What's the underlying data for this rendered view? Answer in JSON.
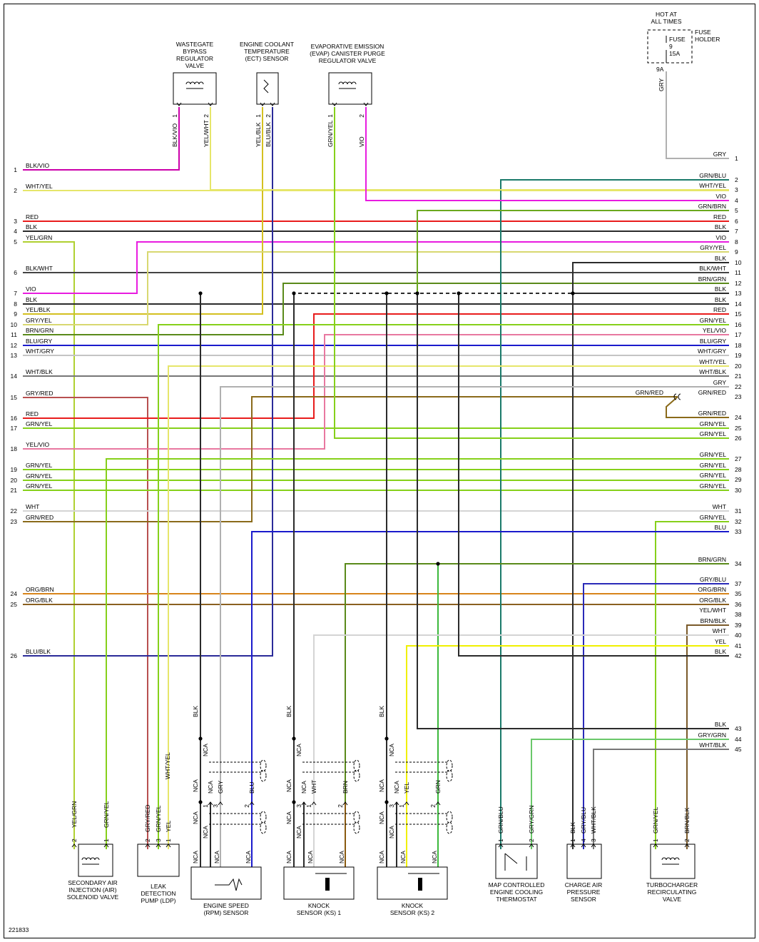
{
  "diagram_id": "221833",
  "colors": {
    "BLK": "#2b2b2b",
    "BLK/VIO": "#cc00aa",
    "BLK/WHT": "#444444",
    "BLU": "#1a1acc",
    "BLU/BLK": "#2b2b99",
    "BLU/GRY": "#1a1acc",
    "BRN": "#8a5a10",
    "BRN/BLK": "#7a5a2a",
    "BRN/GRN": "#5a8a1a",
    "GRN": "#3cb83c",
    "GRN/BLU": "#1a7a6a",
    "GRN/BRN": "#6aa81e",
    "GRN/RED": "#8a6a1a",
    "GRN/YEL": "#86d01a",
    "GRY": "#b0b0b0",
    "GRY/BLU": "#2a2ab8",
    "GRY/GRN": "#6ac86a",
    "GRY/RED": "#b85050",
    "GRY/YEL": "#d8d870",
    "ORG/BLK": "#8a6020",
    "ORG/BRN": "#d8841a",
    "RED": "#e81c1c",
    "VIO": "#e81ce0",
    "WHT": "#d4d4d4",
    "WHT/BLK": "#777777",
    "WHT/GRY": "#c4c4c4",
    "WHT/YEL": "#e6e66a",
    "YEL": "#f0f000",
    "YEL/BLK": "#d4c020",
    "YEL/GRN": "#b0d030",
    "YEL/VIO": "#e878a0",
    "YEL/WHT": "#f0f070"
  },
  "left_connector": [
    {
      "pin": "1",
      "wire": "BLK/VIO"
    },
    {
      "pin": "2",
      "wire": "WHT/YEL"
    },
    {
      "pin": "3",
      "wire": "RED"
    },
    {
      "pin": "4",
      "wire": "BLK"
    },
    {
      "pin": "5",
      "wire": "YEL/GRN"
    },
    {
      "pin": "6",
      "wire": "BLK/WHT"
    },
    {
      "pin": "7",
      "wire": "VIO"
    },
    {
      "pin": "8",
      "wire": "BLK"
    },
    {
      "pin": "9",
      "wire": "YEL/BLK"
    },
    {
      "pin": "10",
      "wire": "GRY/YEL"
    },
    {
      "pin": "11",
      "wire": "BRN/GRN"
    },
    {
      "pin": "12",
      "wire": "BLU/GRY"
    },
    {
      "pin": "13",
      "wire": "WHT/GRY"
    },
    {
      "pin": "14",
      "wire": "WHT/BLK"
    },
    {
      "pin": "15",
      "wire": "GRY/RED"
    },
    {
      "pin": "16",
      "wire": "RED"
    },
    {
      "pin": "17",
      "wire": "GRN/YEL"
    },
    {
      "pin": "18",
      "wire": "YEL/VIO"
    },
    {
      "pin": "19",
      "wire": "GRN/YEL"
    },
    {
      "pin": "20",
      "wire": "GRN/YEL"
    },
    {
      "pin": "21",
      "wire": "GRN/YEL"
    },
    {
      "pin": "22",
      "wire": "WHT"
    },
    {
      "pin": "23",
      "wire": "GRN/RED"
    },
    {
      "pin": "24",
      "wire": "ORG/BRN"
    },
    {
      "pin": "25",
      "wire": "ORG/BLK"
    },
    {
      "pin": "26",
      "wire": "BLU/BLK"
    }
  ],
  "right_connector": [
    {
      "pin": "1",
      "wire": "GRY"
    },
    {
      "pin": "2",
      "wire": "GRN/BLU"
    },
    {
      "pin": "3",
      "wire": "WHT/YEL"
    },
    {
      "pin": "4",
      "wire": "VIO"
    },
    {
      "pin": "5",
      "wire": "GRN/BRN"
    },
    {
      "pin": "6",
      "wire": "RED"
    },
    {
      "pin": "7",
      "wire": "BLK"
    },
    {
      "pin": "8",
      "wire": "VIO"
    },
    {
      "pin": "9",
      "wire": "GRY/YEL"
    },
    {
      "pin": "10",
      "wire": "BLK"
    },
    {
      "pin": "11",
      "wire": "BLK/WHT"
    },
    {
      "pin": "12",
      "wire": "BRN/GRN"
    },
    {
      "pin": "13",
      "wire": "BLK"
    },
    {
      "pin": "14",
      "wire": "BLK"
    },
    {
      "pin": "15",
      "wire": "RED"
    },
    {
      "pin": "16",
      "wire": "GRN/YEL"
    },
    {
      "pin": "17",
      "wire": "YEL/VIO"
    },
    {
      "pin": "18",
      "wire": "BLU/GRY"
    },
    {
      "pin": "19",
      "wire": "WHT/GRY"
    },
    {
      "pin": "20",
      "wire": "WHT/YEL"
    },
    {
      "pin": "21",
      "wire": "WHT/BLK"
    },
    {
      "pin": "22",
      "wire": "GRY"
    },
    {
      "pin": "23",
      "wire": "GRN/RED"
    },
    {
      "pin": "24",
      "wire": "GRN/RED"
    },
    {
      "pin": "25",
      "wire": "GRN/YEL"
    },
    {
      "pin": "26",
      "wire": "GRN/YEL"
    },
    {
      "pin": "27",
      "wire": "GRN/YEL"
    },
    {
      "pin": "28",
      "wire": "GRN/YEL"
    },
    {
      "pin": "29",
      "wire": "GRN/YEL"
    },
    {
      "pin": "30",
      "wire": "GRN/YEL"
    },
    {
      "pin": "31",
      "wire": "WHT"
    },
    {
      "pin": "32",
      "wire": "GRN/YEL"
    },
    {
      "pin": "33",
      "wire": "BLU"
    },
    {
      "pin": "34",
      "wire": "BRN/GRN"
    },
    {
      "pin": "37",
      "wire": "GRY/BLU"
    },
    {
      "pin": "35",
      "wire": "ORG/BRN"
    },
    {
      "pin": "36",
      "wire": "ORG/BLK"
    },
    {
      "pin": "38",
      "wire": "YEL/WHT"
    },
    {
      "pin": "39",
      "wire": "BRN/BLK"
    },
    {
      "pin": "40",
      "wire": "WHT"
    },
    {
      "pin": "41",
      "wire": "YEL"
    },
    {
      "pin": "42",
      "wire": "BLK"
    },
    {
      "pin": "43",
      "wire": "BLK"
    },
    {
      "pin": "44",
      "wire": "GRY/GRN"
    },
    {
      "pin": "45",
      "wire": "WHT/BLK"
    }
  ],
  "top_components": [
    {
      "name": [
        "WASTEGATE",
        "BYPASS",
        "REGULATOR",
        "VALVE"
      ],
      "pins": [
        {
          "n": "1",
          "wire": "BLK/VIO"
        },
        {
          "n": "2",
          "wire": "YEL/WHT"
        }
      ]
    },
    {
      "name": [
        "ENGINE COOLANT",
        "TEMPERATURE",
        "(ECT) SENSOR"
      ],
      "pins": [
        {
          "n": "1",
          "wire": "YEL/BLK"
        },
        {
          "n": "2",
          "wire": "BLU/BLK"
        }
      ]
    },
    {
      "name": [
        "EVAPORATIVE EMISSION",
        "(EVAP) CANISTER PURGE",
        "REGULATOR VALVE"
      ],
      "pins": [
        {
          "n": "1",
          "wire": "GRN/YEL"
        },
        {
          "n": "2",
          "wire": "VIO"
        }
      ]
    }
  ],
  "fuse": {
    "hot_label": [
      "HOT AT",
      "ALL TIMES"
    ],
    "holder_label": [
      "FUSE",
      "HOLDER"
    ],
    "fuse_label": [
      "FUSE",
      "9",
      "15A"
    ],
    "terminal": "9A",
    "wire": "GRY"
  },
  "splice": {
    "wire": "GRN/RED"
  },
  "bottom_components": [
    {
      "name": [
        "SECONDARY AIR",
        "INJECTION (AIR)",
        "SOLENOID VALVE"
      ],
      "pins": [
        {
          "n": "2",
          "wire": "YEL/GRN"
        },
        {
          "n": "1",
          "wire": "GRN/YEL"
        }
      ]
    },
    {
      "name": [
        "LEAK",
        "DETECTION",
        "PUMP (LDP)"
      ],
      "pins": [
        {
          "n": "2",
          "wire": "GRY/RED"
        },
        {
          "n": "3",
          "wire": "GRN/YEL"
        },
        {
          "n": "1",
          "wire": "YEL"
        }
      ],
      "extra_wire": "WHT/YEL"
    },
    {
      "name": [
        "ENGINE SPEED",
        "(RPM) SENSOR"
      ],
      "pins": [
        {
          "n": "1",
          "wire": "NCA"
        },
        {
          "n": "3",
          "wire": "GRY"
        },
        {
          "n": "2",
          "wire": "BLU"
        }
      ],
      "shield": "BLK"
    },
    {
      "name": [
        "KNOCK",
        "SENSOR (KS) 1"
      ],
      "pins": [
        {
          "n": "3",
          "wire": "NCA"
        },
        {
          "n": "1",
          "wire": "WHT"
        },
        {
          "n": "2",
          "wire": "BRN"
        }
      ],
      "shield": "BLK"
    },
    {
      "name": [
        "KNOCK",
        "SENSOR (KS) 2"
      ],
      "pins": [
        {
          "n": "3",
          "wire": "NCA"
        },
        {
          "n": "1",
          "wire": "YEL"
        },
        {
          "n": "2",
          "wire": "GRN"
        }
      ],
      "shield": "BLK"
    },
    {
      "name": [
        "MAP CONTROLLED",
        "ENGINE COOLING",
        "THERMOSTAT"
      ],
      "pins": [
        {
          "n": "1",
          "wire": "GRN/BLU"
        },
        {
          "n": "2",
          "wire": "GRY/GRN"
        }
      ]
    },
    {
      "name": [
        "CHARGE AIR",
        "PRESSURE",
        "SENSOR"
      ],
      "pins": [
        {
          "n": "1",
          "wire": "BLK"
        },
        {
          "n": "4",
          "wire": "GRY/BLU"
        },
        {
          "n": "3",
          "wire": "WHT/BLK"
        }
      ]
    },
    {
      "name": [
        "TURBOCHARGER",
        "RECIRCULATING",
        "VALVE"
      ],
      "pins": [
        {
          "n": "1",
          "wire": "GRN/YEL"
        },
        {
          "n": "2",
          "wire": "BRN/BLK"
        }
      ]
    }
  ],
  "nca_label": "NCA"
}
